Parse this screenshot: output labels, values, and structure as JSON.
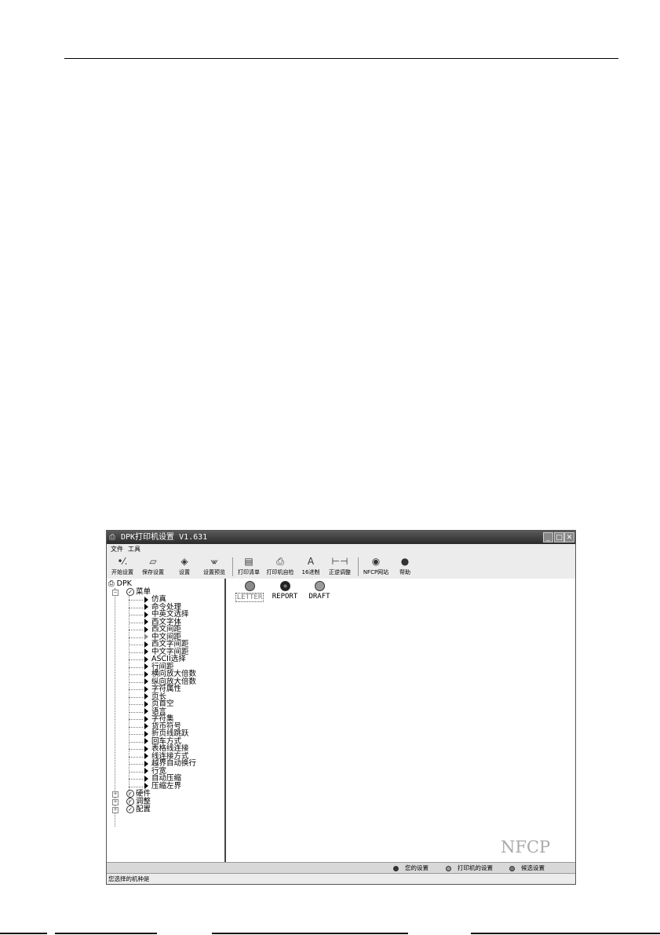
{
  "window": {
    "title": "DPK打印机设置 V1.631",
    "controls": {
      "minimize": "_",
      "restore": "□",
      "close": "✕"
    }
  },
  "menu": [
    "文件",
    "工具"
  ],
  "toolbar": [
    {
      "label": "开始设置",
      "icon": "start-setup-icon",
      "glyph": "•⁄."
    },
    {
      "label": "保存设置",
      "icon": "save-settings-icon",
      "glyph": "▱"
    },
    {
      "label": "设置",
      "icon": "load-settings-icon",
      "glyph": "◈"
    },
    {
      "label": "设置预览",
      "icon": "preview-icon",
      "glyph": "⩖"
    },
    {
      "label": "打印清单",
      "icon": "print-list-icon",
      "glyph": "▤"
    },
    {
      "label": "打印机自检",
      "icon": "printer-selftest-icon",
      "glyph": "⎙"
    },
    {
      "label": "16进制",
      "icon": "hex-mode-icon",
      "glyph": "A"
    },
    {
      "label": "正逆调整",
      "icon": "bidirectional-adjust-icon",
      "glyph": "⊢⊣"
    },
    {
      "label": "NFCP网站",
      "icon": "website-icon",
      "glyph": "◉"
    },
    {
      "label": "帮助",
      "icon": "help-icon",
      "glyph": "●"
    }
  ],
  "tree": {
    "root": "DPK",
    "menu_node": "菜单",
    "menu_items": [
      "仿真",
      "命令处理",
      "中英文选择",
      "西文字体",
      "西文间距",
      "中文间距",
      "西文字间距",
      "中文字间距",
      "ASCII选择",
      "行间距",
      "横向放大倍数",
      "纵向放大倍数",
      "字符属性",
      "页长",
      "页首空",
      "语言",
      "字符集",
      "货币符号",
      "折页线跳跃",
      "回车方式",
      "表格线连接",
      "线连接方式",
      "越界自动换行",
      "行宽",
      "自动压缩",
      "压缩左界"
    ],
    "other_nodes": [
      "硬件",
      "调整",
      "配置"
    ]
  },
  "print_modes": [
    {
      "label": "LETTER",
      "state": "selected"
    },
    {
      "label": "REPORT",
      "state": "user"
    },
    {
      "label": "DRAFT",
      "state": "printer"
    }
  ],
  "watermark": "NFCP",
  "legend": [
    {
      "label": "您的设置",
      "color": "#333333"
    },
    {
      "label": "打印机的设置",
      "color": "#9a9a9a"
    },
    {
      "label": "候选设置",
      "color": "#7a7a7a"
    }
  ],
  "status": "您选择的机种是"
}
